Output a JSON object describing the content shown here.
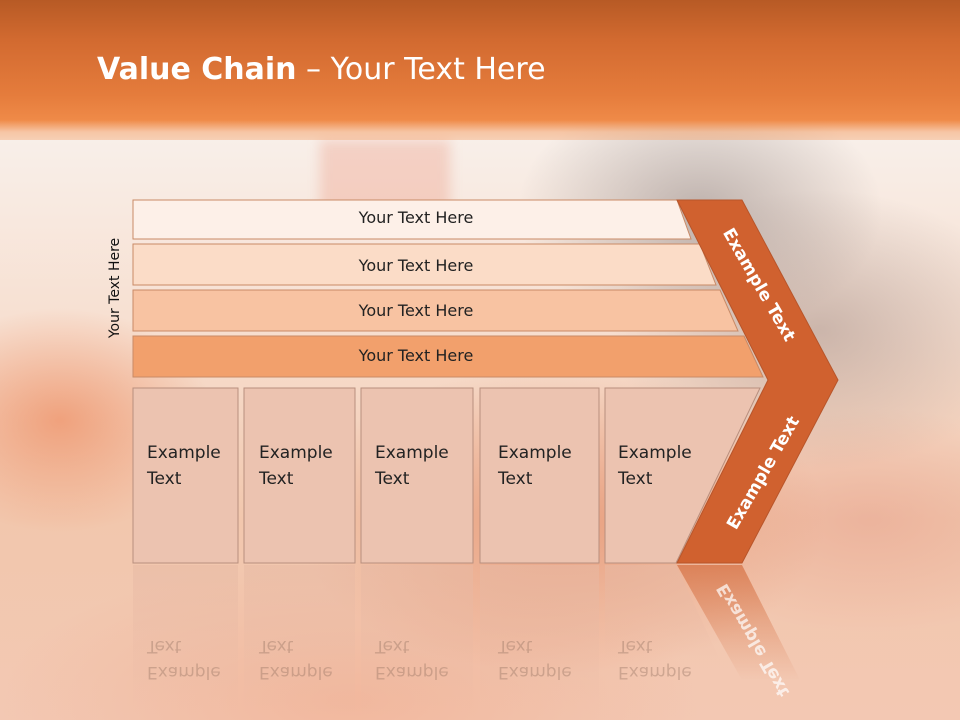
{
  "slide": {
    "title_bold": "Value Chain",
    "title_rest": " – Your Text Here",
    "side_label": "Your Text Here"
  },
  "support_rows": [
    {
      "label": "Your Text Here",
      "fill": "#fdf0e8"
    },
    {
      "label": "Your Text Here",
      "fill": "#fbdcc7"
    },
    {
      "label": "Your Text Here",
      "fill": "#f8c3a2"
    },
    {
      "label": "Your Text Here",
      "fill": "#f2a06c"
    }
  ],
  "primary_boxes": [
    {
      "line1": "Example",
      "line2": "Text"
    },
    {
      "line1": "Example",
      "line2": "Text"
    },
    {
      "line1": "Example",
      "line2": "Text"
    },
    {
      "line1": "Example",
      "line2": "Text"
    },
    {
      "line1": "Example",
      "line2": "Text"
    }
  ],
  "arrow": {
    "upper_label": "Example Text",
    "lower_label": "Example Text",
    "fill": "#d0612f"
  },
  "colors": {
    "box_fill": "#ecc3b0",
    "box_stroke": "#b88f7e",
    "row_stroke": "#c98a66"
  }
}
